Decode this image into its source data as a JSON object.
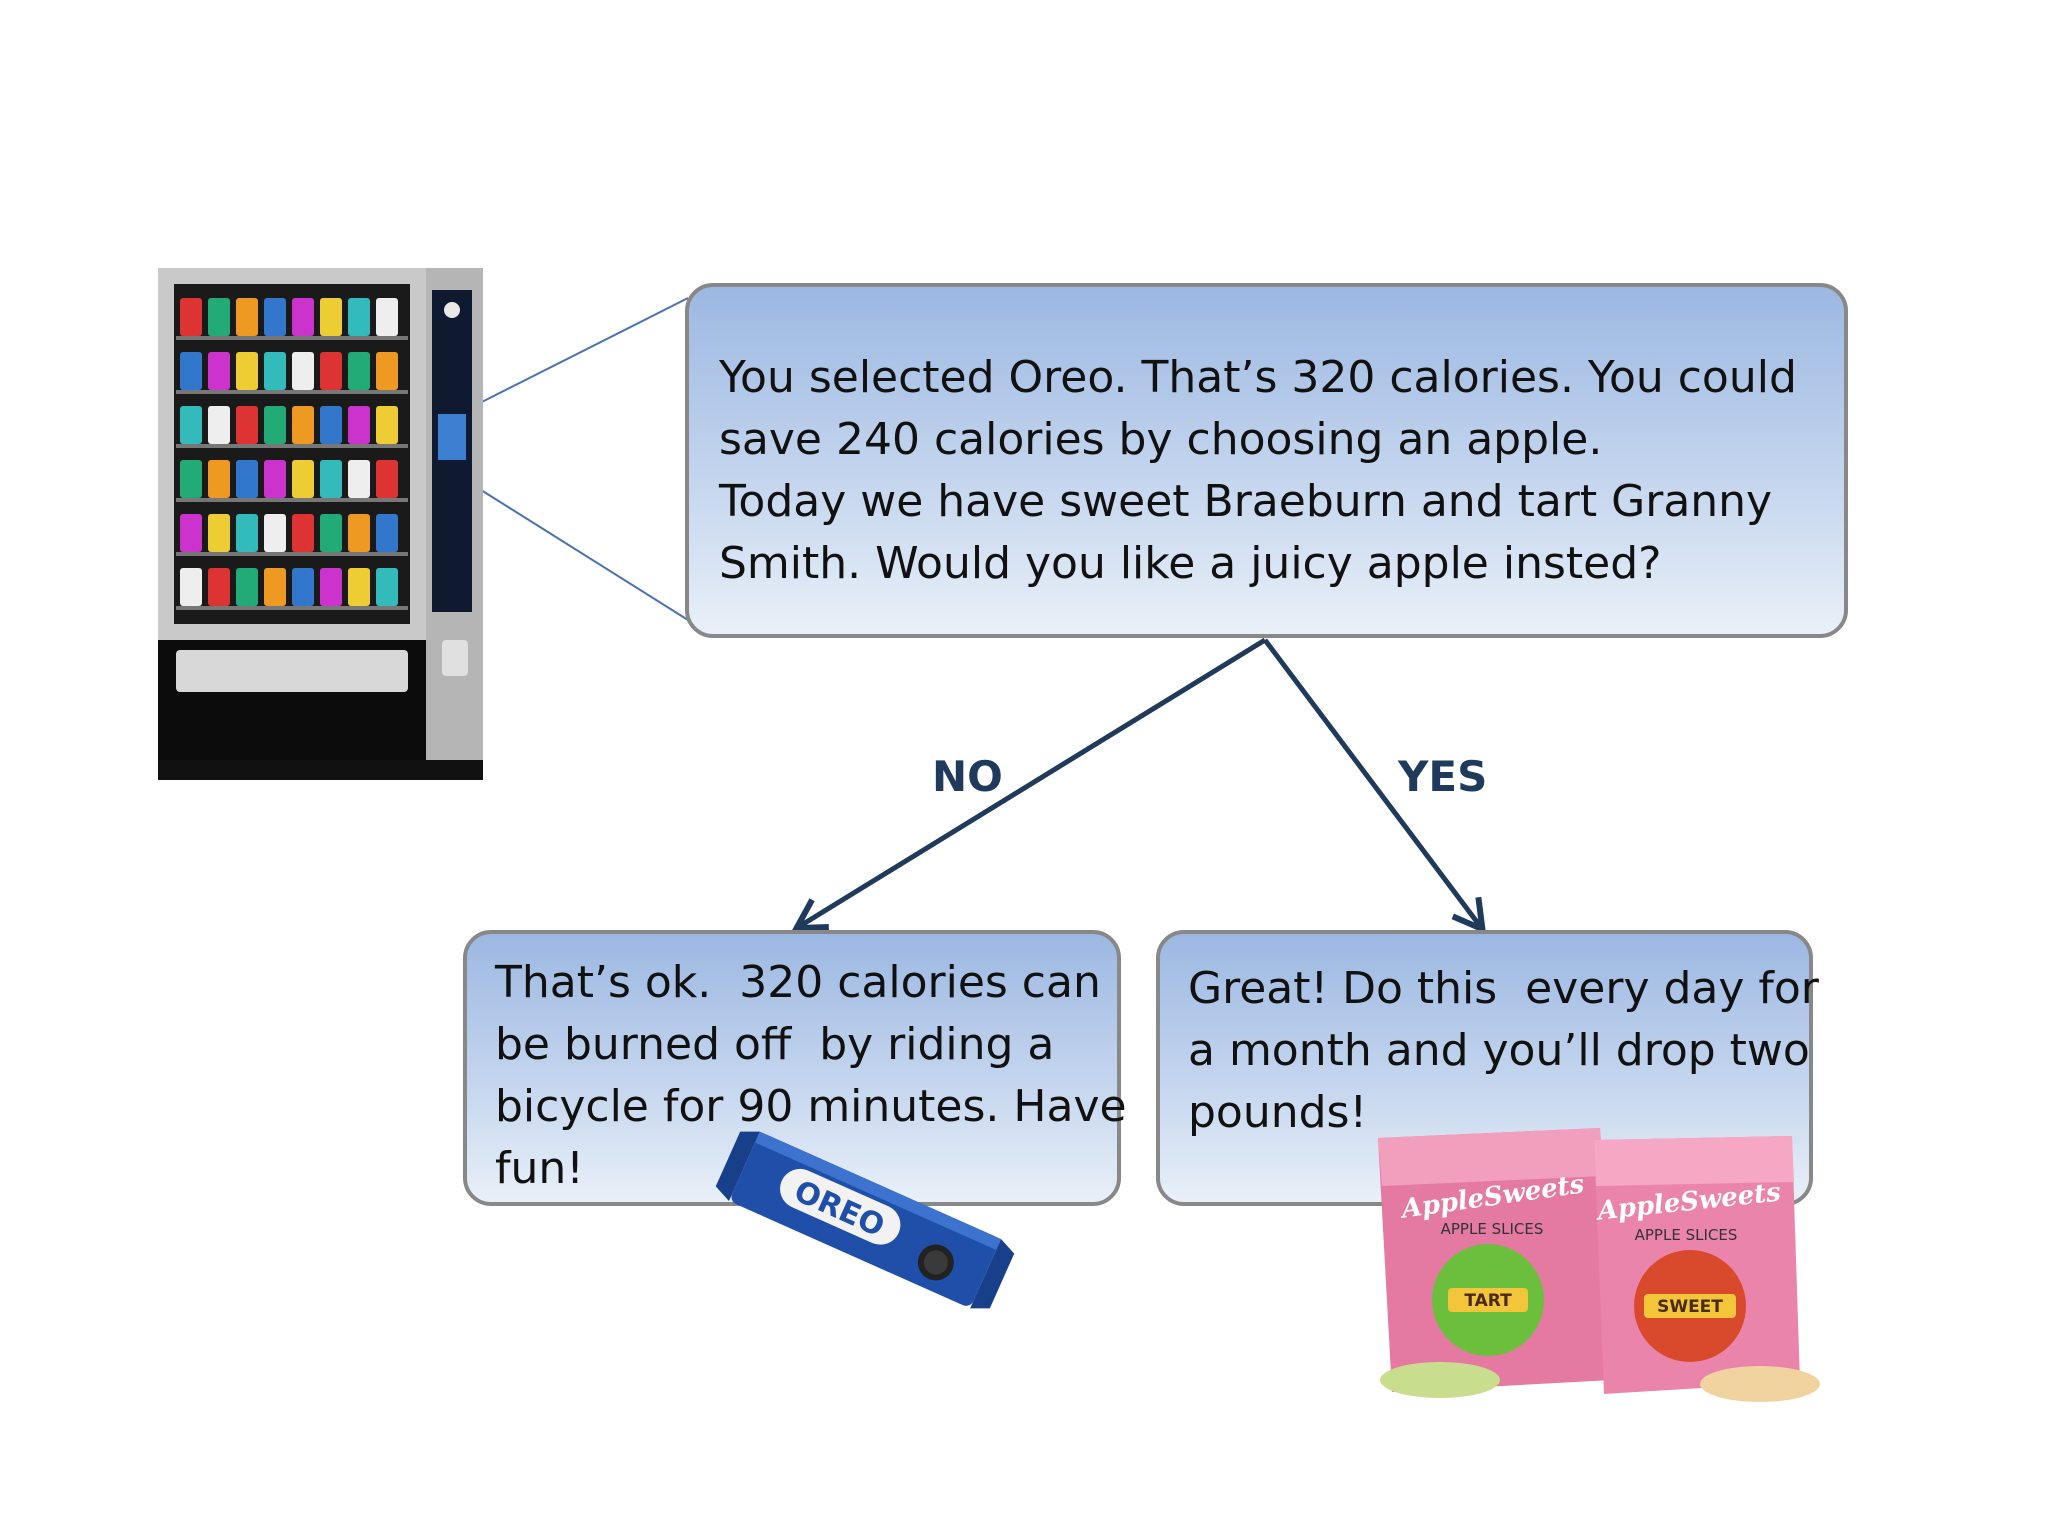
{
  "question": {
    "lines": [
      "You selected Oreo. That’s 320 calories. You could",
      "save 240 calories by choosing an apple.",
      "Today we have sweet Braeburn and tart Granny",
      "Smith. Would you like a juicy apple insted?"
    ]
  },
  "branches": {
    "no": {
      "label": "NO",
      "lines": [
        "That’s ok.  320 calories can",
        "be burned off  by riding a",
        "bicycle for 90 minutes. Have",
        "fun!"
      ]
    },
    "yes": {
      "label": "YES",
      "lines": [
        "Great! Do this  every day for",
        "a month and you’ll drop two",
        "pounds!"
      ]
    }
  },
  "images": {
    "oreo": {
      "brand": "OREO"
    },
    "apple_bags": [
      {
        "brand": "AppleSweets",
        "subtitle": "APPLE SLICES",
        "badge": "TART",
        "apple_color": "#6cbf3c"
      },
      {
        "brand": "AppleSweets",
        "subtitle": "APPLE SLICES",
        "badge": "SWEET",
        "apple_color": "#d94a2c"
      }
    ]
  },
  "colors": {
    "connector": "#1f3a5a",
    "callout_line": "#4a72b0",
    "box_border": "#888888"
  }
}
